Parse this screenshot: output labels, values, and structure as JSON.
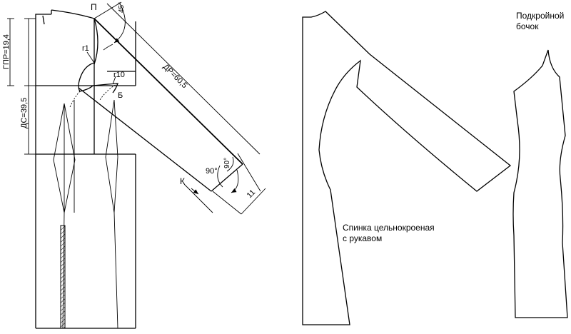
{
  "left_drawing": {
    "points": {
      "p": "П",
      "b": "Б",
      "k": "К"
    },
    "radii": {
      "r1": "r1",
      "r10": "r10"
    },
    "dimensions": {
      "gpr": "ГПР=19,4",
      "ds": "ДС=39,5",
      "dr": "ДР=60,5",
      "cuff": "11"
    },
    "angles": {
      "shoulder": "45°",
      "cuff_90a": "90°",
      "cuff_90b": "90°"
    }
  },
  "right_drawing": {
    "back_label_line1": "Спинка цельнокроеная",
    "back_label_line2": "с рукавом",
    "side_label_line1": "Подкройной",
    "side_label_line2": "бочок"
  }
}
